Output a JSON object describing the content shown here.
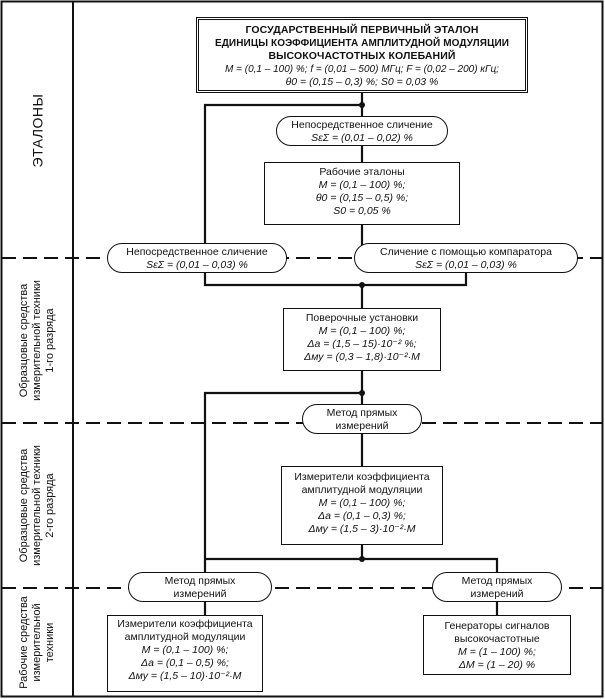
{
  "sections": {
    "etalons": "ЭТАЛОНЫ",
    "first_rank": [
      "Образцовые средства",
      "измерительной техники",
      "1-го разряда"
    ],
    "second_rank": [
      "Образцовые средства",
      "измерительной техники",
      "2-го разряда"
    ],
    "working": [
      "Рабочие средства",
      "измерительной",
      "техники"
    ]
  },
  "primary_standard": {
    "title": [
      "ГОСУДАРСТВЕННЫЙ ПЕРВИЧНЫЙ ЭТАЛОН",
      "ЕДИНИЦЫ КОЭФФИЦИЕНТА АМПЛИТУДНОЙ МОДУЛЯЦИИ",
      "ВЫСОКОЧАСТОТНЫХ КОЛЕБАНИЙ"
    ],
    "params": [
      "M = (0,1 – 100) %; f = (0,01 – 500) МГц; F = (0,02 – 200) кГц;",
      "θ0 = (0,15 – 0,3) %; S0 = 0,03 %"
    ]
  },
  "direct_comparison_top": {
    "label": "Непосредственное сличение",
    "value": "SεΣ = (0,01 – 0,02) %"
  },
  "working_standards": {
    "title": "Рабочие эталоны",
    "lines": [
      "M = (0,1 – 100) %;",
      "θ0 = (0,15 – 0,5) %;",
      "S0 = 0,05 %"
    ]
  },
  "direct_comparison_left": {
    "label": "Непосредственное сличение",
    "value": "SεΣ = (0,01 – 0,03) %"
  },
  "comparator_comparison": {
    "label": "Сличение с помощью компаратора",
    "value": "SεΣ = (0,01 – 0,03) %"
  },
  "verification_units": {
    "title": "Поверочные установки",
    "lines": [
      "M = (0,1 – 100) %;",
      "Δa = (1,5 – 15)·10⁻² %;",
      "Δму = (0,3 – 1,8)·10⁻²·M"
    ]
  },
  "direct_measure_mid": {
    "lines": [
      "Метод прямых",
      "измерений"
    ]
  },
  "meters_rank2": {
    "title": [
      "Измерители коэффициента",
      "амплитудной модуляции"
    ],
    "lines": [
      "M = (0,1 – 100) %;",
      "Δa = (0,1 – 0,3) %;",
      "Δму = (1,5 – 3)·10⁻²·M"
    ]
  },
  "direct_measure_left": {
    "lines": [
      "Метод прямых",
      "измерений"
    ]
  },
  "direct_measure_right": {
    "lines": [
      "Метод прямых",
      "измерений"
    ]
  },
  "meters_working": {
    "title": [
      "Измерители коэффициента",
      "амплитудной модуляции"
    ],
    "lines": [
      "M = (0,1 – 100) %;",
      "Δa = (0,1 – 0,5) %;",
      "Δму = (1,5 – 10)·10⁻²·M"
    ]
  },
  "generators": {
    "title": [
      "Генераторы сигналов",
      "высокочастотные"
    ],
    "lines": [
      "M = (1 – 100) %;",
      "ΔM = (1 – 20) %"
    ]
  }
}
